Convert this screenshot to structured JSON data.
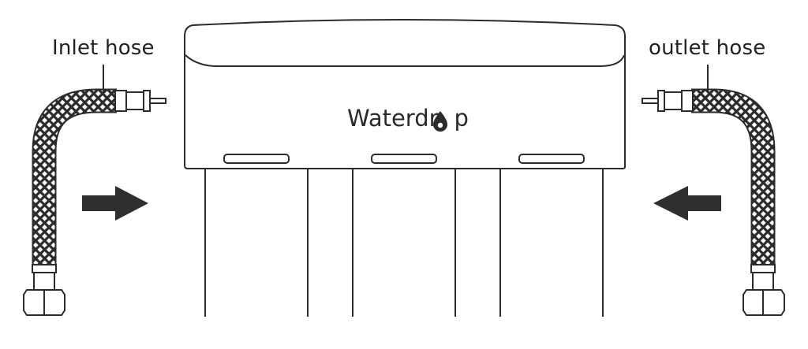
{
  "labels": {
    "inlet": "Inlet hose",
    "outlet": "outlet hose",
    "brand_prefix": "Waterdr",
    "brand_suffix": "p"
  },
  "colors": {
    "line": "#2b2b2b",
    "arrow": "#2f2f2f",
    "background": "#ffffff"
  },
  "icons": {
    "inlet_arrow": "arrow-right-icon",
    "outlet_arrow": "arrow-left-icon",
    "brand_drop": "water-drop-icon"
  }
}
